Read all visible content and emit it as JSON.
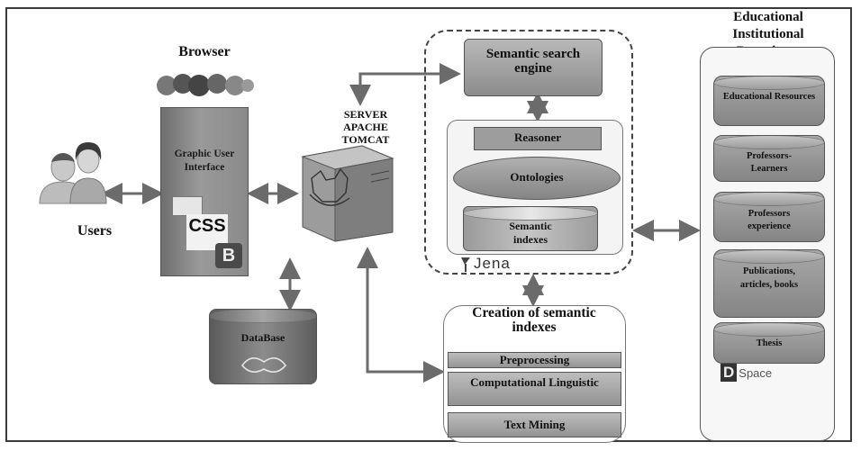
{
  "browser": {
    "title": "Browser",
    "gui_label": "Graphic User Interface",
    "css_logo": "CSS",
    "bootstrap_logo": "B"
  },
  "users": {
    "label": "Users"
  },
  "server": {
    "label": "SERVER APACHE TOMCAT"
  },
  "database": {
    "label": "DataBase"
  },
  "semantic": {
    "search_engine": "Semantic search engine",
    "reasoner": "Reasoner",
    "ontologies": "Ontologies",
    "indexes": "Semantic indexes",
    "jena_logo": "Jena"
  },
  "creation": {
    "title": "Creation of semantic indexes",
    "steps": [
      "Preprocessing",
      "Computational Linguistic",
      "Text Mining"
    ]
  },
  "repository": {
    "title": "Educational Institutional Repository",
    "items": [
      "Educational Resources",
      "Professors-Learners",
      "Professors experience",
      "Publications, articles, books",
      "Thesis"
    ],
    "logo_d": "D",
    "logo_space": "Space"
  },
  "colors": {
    "box_fill": "#9a9a9a",
    "line": "#6b6b6b"
  }
}
